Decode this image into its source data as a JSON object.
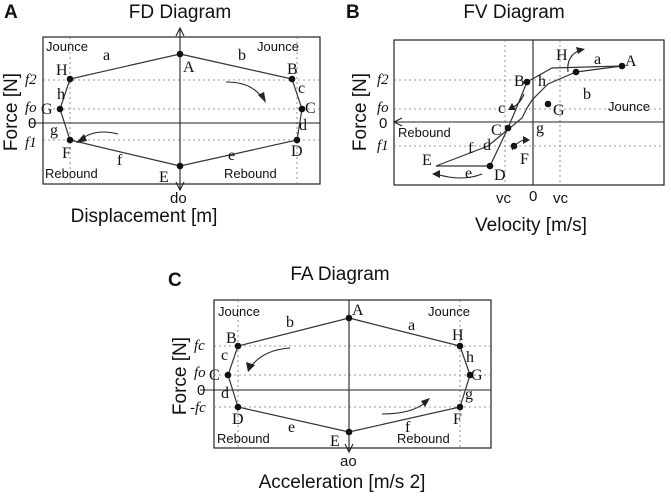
{
  "panels": [
    {
      "id": "A",
      "title": "FD Diagram",
      "xlabel": "Displacement [m]",
      "ylabel": "Force [N]",
      "regions": [
        "Jounce",
        "Jounce",
        "Rebound",
        "Rebound"
      ],
      "y_ticks": [
        "f2",
        "fo",
        "0",
        "f1"
      ],
      "x_ticks": [
        "do"
      ],
      "points": [
        "A",
        "B",
        "C",
        "D",
        "E",
        "F",
        "G",
        "H"
      ],
      "segments": [
        "a",
        "b",
        "c",
        "d",
        "e",
        "f",
        "g",
        "h"
      ]
    },
    {
      "id": "B",
      "title": "FV Diagram",
      "xlabel": "Velocity [m/s]",
      "ylabel": "Force [N]",
      "regions": [
        "Jounce",
        "Rebound"
      ],
      "y_ticks": [
        "f2",
        "fo",
        "0",
        "f1"
      ],
      "x_ticks": [
        "vc",
        "0",
        "vc"
      ],
      "points": [
        "A",
        "B",
        "C",
        "D",
        "E",
        "F",
        "G",
        "H"
      ],
      "segments": [
        "a",
        "b",
        "c",
        "d",
        "e",
        "f",
        "g",
        "h"
      ]
    },
    {
      "id": "C",
      "title": "FA Diagram",
      "xlabel": "Acceleration [m/s 2]",
      "ylabel": "Force [N]",
      "regions": [
        "Jounce",
        "Jounce",
        "Rebound",
        "Rebound"
      ],
      "y_ticks": [
        "fc",
        "fo",
        "0",
        "-fc"
      ],
      "x_ticks": [
        "ao"
      ],
      "points": [
        "A",
        "B",
        "C",
        "D",
        "E",
        "F",
        "G",
        "H"
      ],
      "segments": [
        "a",
        "b",
        "c",
        "d",
        "e",
        "f",
        "g",
        "h"
      ]
    }
  ]
}
